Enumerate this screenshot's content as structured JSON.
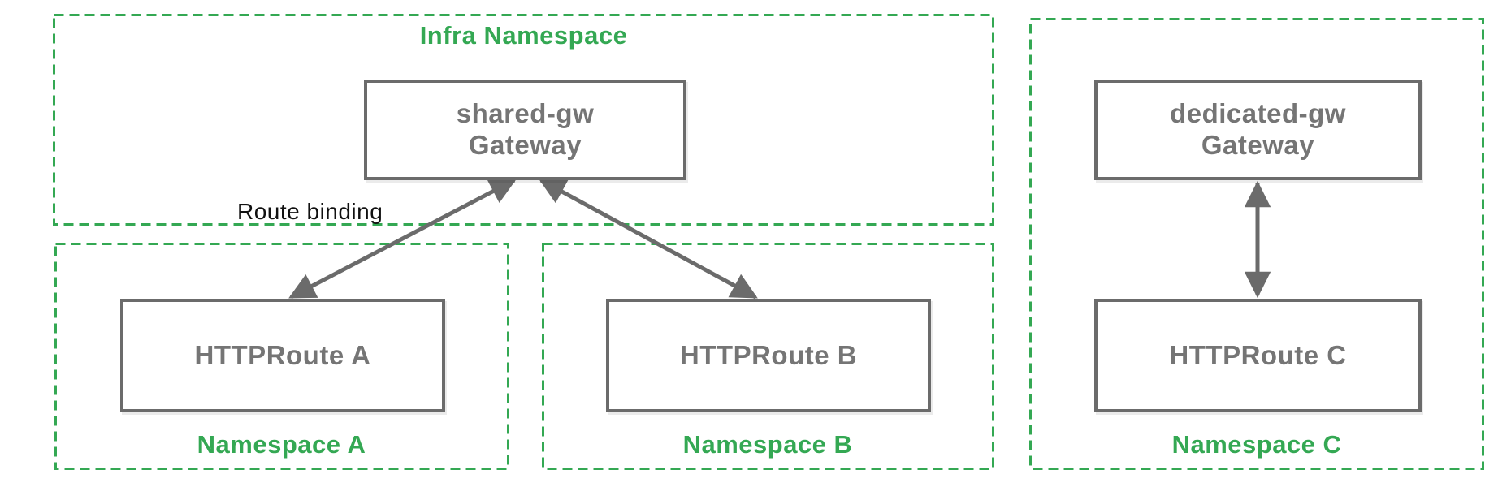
{
  "diagram": {
    "infra_namespace": {
      "title": "Infra Namespace",
      "gateway": {
        "name": "shared-gw",
        "kind": "Gateway"
      }
    },
    "namespace_a": {
      "title": "Namespace A",
      "route": "HTTPRoute A"
    },
    "namespace_b": {
      "title": "Namespace B",
      "route": "HTTPRoute B"
    },
    "namespace_c": {
      "title": "Namespace C",
      "gateway": {
        "name": "dedicated-gw",
        "kind": "Gateway"
      },
      "route": "HTTPRoute C"
    },
    "edge_label": "Route binding",
    "colors": {
      "namespace_green": "#34A853",
      "node_border_gray": "#6B6B6B",
      "node_text_gray": "#757575",
      "edge_label_black": "#111111"
    }
  }
}
